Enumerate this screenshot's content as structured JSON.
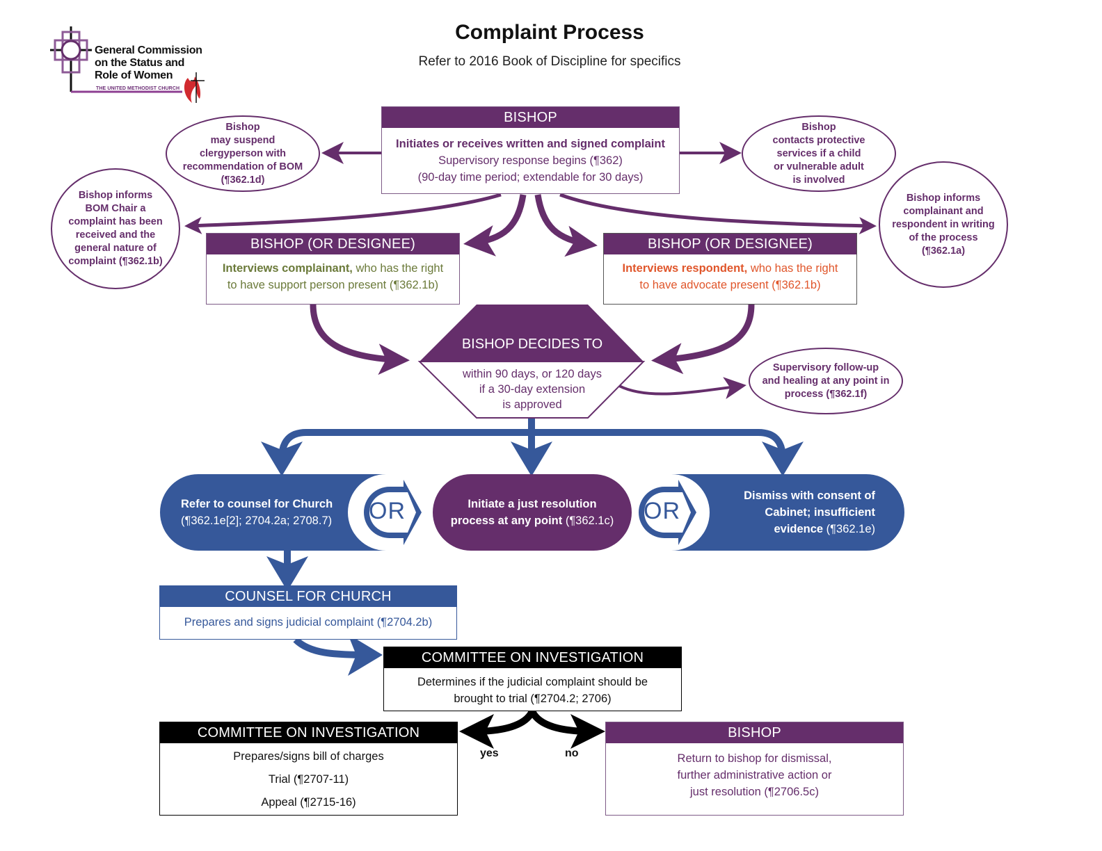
{
  "header": {
    "title": "Complaint Process",
    "subtitle": "Refer to 2016 Book of Discipline for specifics"
  },
  "logo": {
    "line1": "General Commission",
    "line2": "on the Status and",
    "line3": "Role of Women",
    "tagline": "THE UNITED METHODIST CHURCH",
    "icon": "cross-and-flame-icon"
  },
  "colors": {
    "purple": "#652e6b",
    "blue": "#36589a",
    "black": "#000000",
    "olive": "#6b7a3a",
    "orange": "#e0562b"
  },
  "bishop_top": {
    "header": "BISHOP",
    "bold_line": "Initiates or receives written and signed complaint",
    "line2": "Supervisory response begins (¶362)",
    "line3": "(90-day time period; extendable for 30 days)"
  },
  "ovals": {
    "suspend": [
      "Bishop",
      "may suspend",
      "clergyperson with",
      "recommendation of BOM",
      "(¶362.1d)"
    ],
    "protective": [
      "Bishop",
      "contacts protective",
      "services if a child",
      "or vulnerable adult",
      "is involved"
    ],
    "bom_chair": [
      "Bishop informs",
      "BOM Chair a",
      "complaint has been",
      "received and the",
      "general nature of",
      "complaint (¶362.1b)"
    ],
    "informs_writing": [
      "Bishop informs",
      "complainant and",
      "respondent in writing",
      "of the process",
      "(¶362.1a)"
    ],
    "followup": [
      "Supervisory follow-up",
      "and healing at any point in",
      "process (¶362.1f)"
    ]
  },
  "designee_left": {
    "header_bold": "BISHOP",
    "header_rest": " (OR DESIGNEE)",
    "bold": "Interviews complainant,",
    "rest1": " who has the right",
    "line2": "to have support person present (¶362.1b)"
  },
  "designee_right": {
    "header_bold": "BISHOP",
    "header_rest": " (OR DESIGNEE)",
    "bold": "Interviews respondent,",
    "rest1": " who has the right",
    "line2": "to have advocate present (¶362.1b)"
  },
  "decides": {
    "header": "BISHOP DECIDES TO",
    "line1": "within 90 days, or 120 days",
    "line2": "if a 30-day extension",
    "line3": "is approved"
  },
  "options": {
    "refer": {
      "bold": "Refer to counsel for Church",
      "line2": "(¶362.1e[2]; 2704.2a; 2708.7)"
    },
    "just": {
      "bold1": "Initiate a just resolution",
      "bold2": "process at any point",
      "ref": " (¶362.1c)"
    },
    "dismiss": {
      "bold1": "Dismiss with consent of",
      "bold2": "Cabinet; insufficient",
      "bold3": "evidence",
      "ref": " (¶362.1e)"
    },
    "or_label": "OR"
  },
  "counsel": {
    "header": "COUNSEL FOR CHURCH",
    "body": "Prepares and signs judicial complaint (¶2704.2b)"
  },
  "committee_top": {
    "header": "COMMITTEE ON INVESTIGATION",
    "line1": "Determines if the judicial complaint should be",
    "line2": "brought to trial (¶2704.2; 2706)"
  },
  "branches": {
    "yes": "yes",
    "no": "no"
  },
  "committee_bottom": {
    "header": "COMMITTEE ON INVESTIGATION",
    "items": [
      "Prepares/signs bill of charges",
      "Trial (¶2707-11)",
      "Appeal (¶2715-16)"
    ]
  },
  "bishop_bottom": {
    "header": "BISHOP",
    "line1": "Return to bishop for dismissal,",
    "line2": "further administrative action or",
    "line3": "just resolution (¶2706.5c)"
  }
}
